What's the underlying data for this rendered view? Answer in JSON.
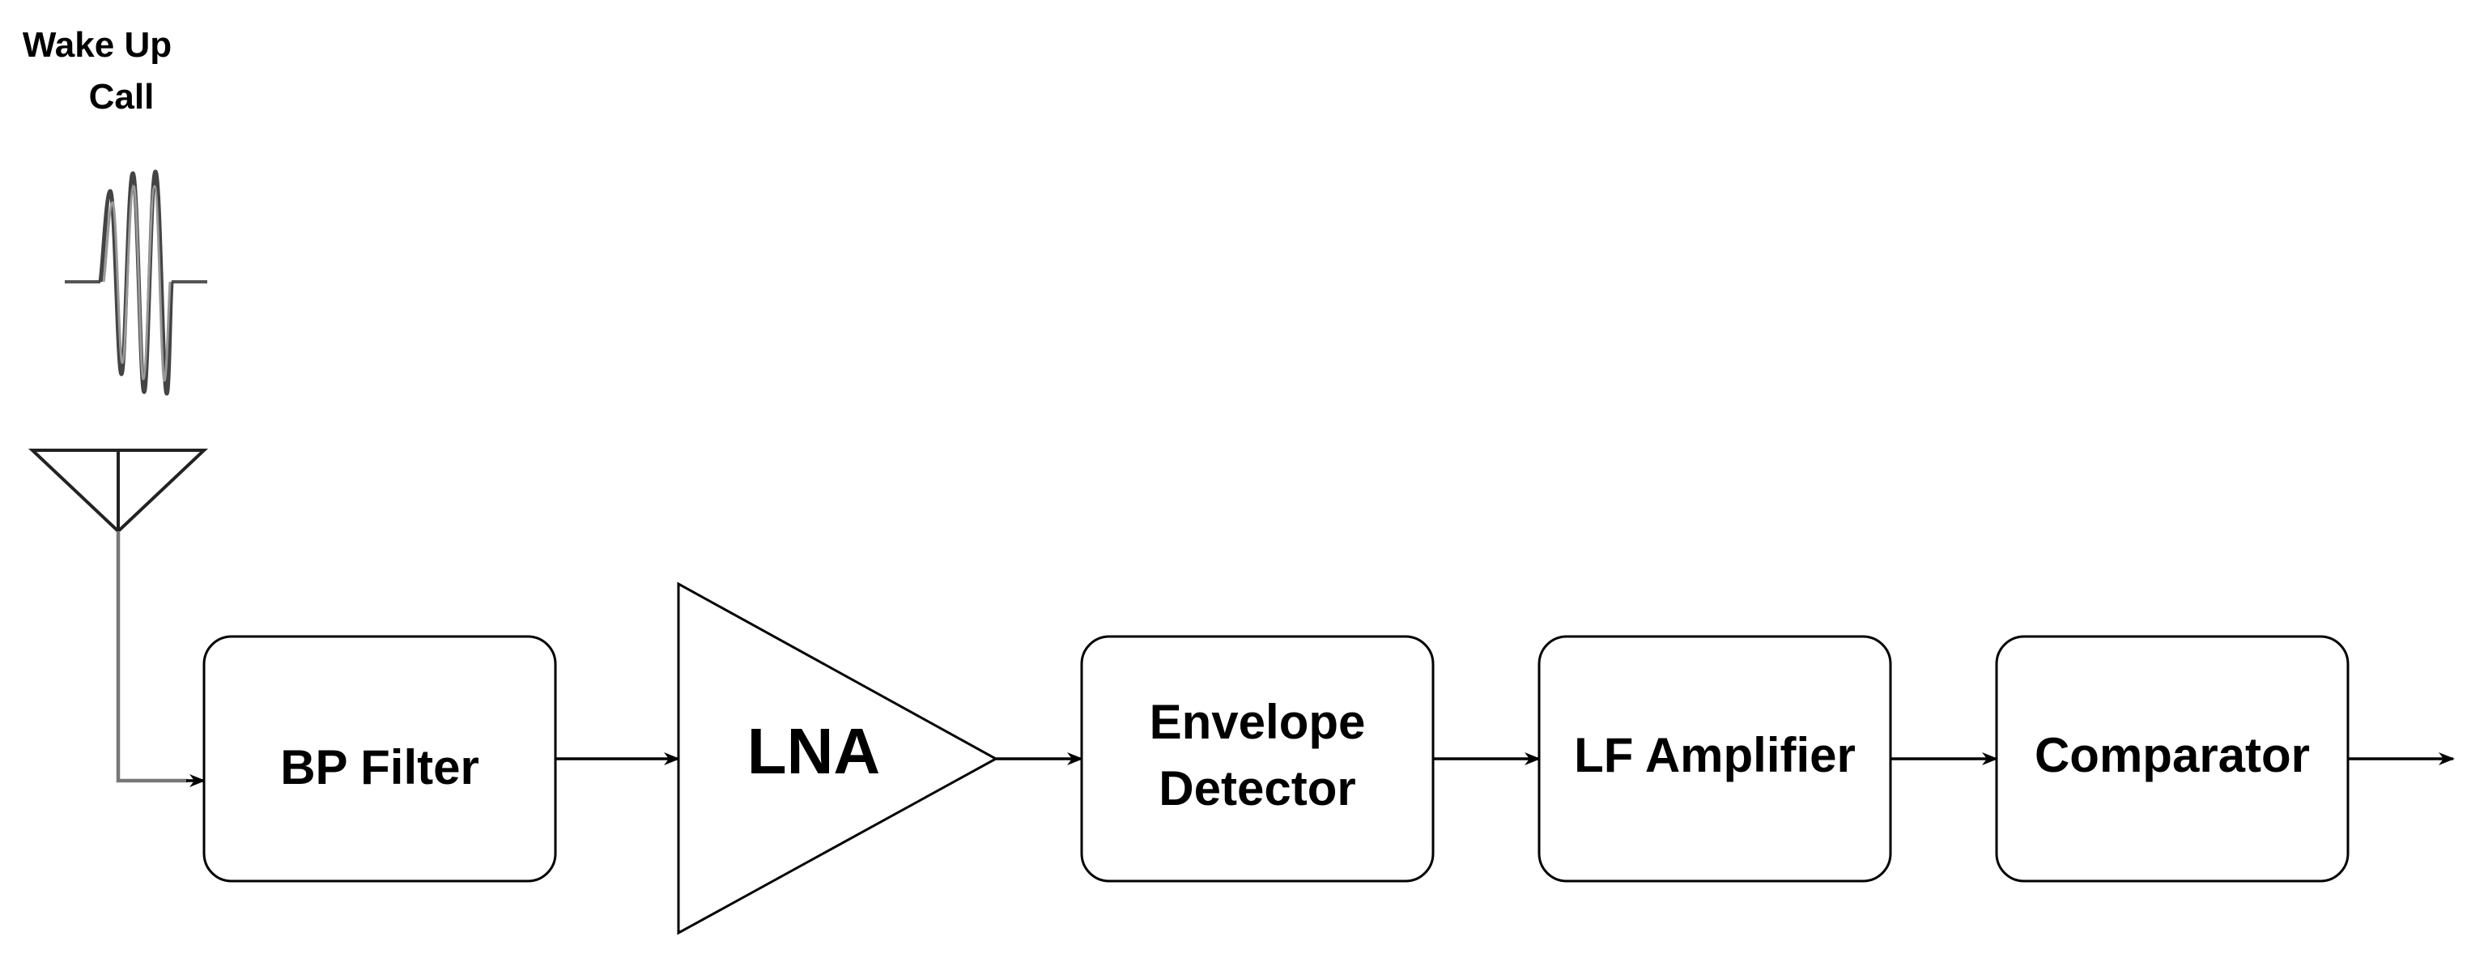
{
  "signal": {
    "label_line1": "Wake Up",
    "label_line2": "Call"
  },
  "blocks": {
    "bp_filter": "BP Filter",
    "lna": "LNA",
    "envelope_detector_line1": "Envelope",
    "envelope_detector_line2": "Detector",
    "lf_amplifier": "LF Amplifier",
    "comparator": "Comparator"
  }
}
